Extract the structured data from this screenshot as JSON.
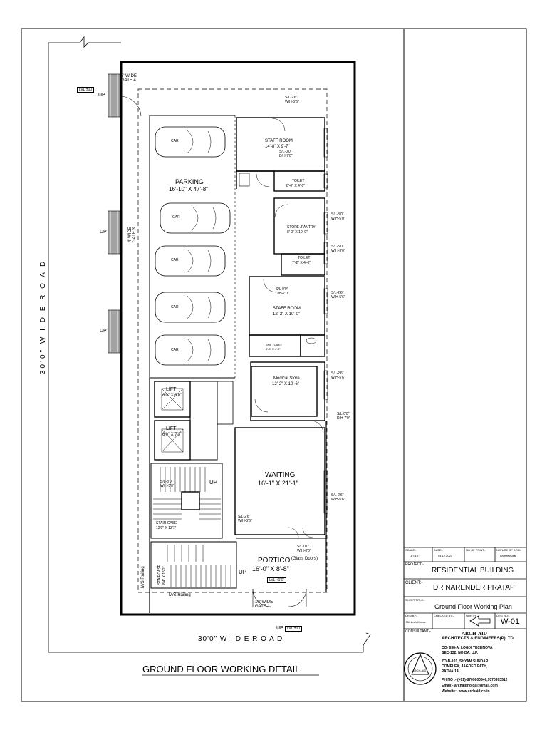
{
  "plan": {
    "title": "GROUND FLOOR WORKING DETAIL",
    "road_left": "30'0\"  W I D E   R O A D",
    "road_bottom": "30'0\"   W   I   D   E       R   O   A   D",
    "gate_top": "8' WIDE\nGATE 4",
    "gate_bottom": "10' WIDE\nGATE 1",
    "gate_mid_label": "4' WIDE\nGATE 3",
    "lvl_top": "LVL ±00",
    "lvl_bottom": "LVL ±00",
    "lvl_portico": "LVL +1'6\"",
    "up": "UP",
    "rooms": {
      "parking": "PARKING",
      "parking_dim": "16'-10\" X 47'-8\"",
      "car": "CAR",
      "staff_room_1": "STAFF ROOM",
      "staff_room_1_dim": "14'-8\" X 9'-7\"",
      "toilet_1": "TOILET",
      "toilet_1_dim": "8'-0\" X 4'-0\"",
      "store": "STORE /PANTRY",
      "store_dim": "8'-0\" X 10'-0\"",
      "toilet_2": "TOILET",
      "toilet_2_dim": "7'-2\" X 4'-0\"",
      "staff_room_2": "STAFF ROOM",
      "staff_room_2_dim": "12'-2\" X 10'-0\"",
      "she_toilet": "SHE TOILET",
      "she_toilet_dim": "8'-0\" X 4'-8\"",
      "medical": "Medical Store",
      "medical_dim": "12'-2\" X 10'-6\"",
      "lift_1": "LIFT",
      "lift_1_dim": "6'0\" X 6'0\"",
      "lift_2": "LIFT",
      "lift_2_dim": "6'0\" X 7'3\"",
      "waiting": "WAITING",
      "waiting_dim": "16'-1\" X 21'-1\"",
      "stair": "STAIR CASE",
      "stair_dim": "12'0\" X 13'1\"",
      "portico": "PORTICO",
      "portico_dim": "16'-0\" X 8'-8\"",
      "stair2": "STAIRCASE",
      "stair2_dim": "8'4\" X 15'2\"",
      "ms_railing": "M/S Railing",
      "ms_railing_2": "M/S Railing",
      "glass_doors": "(Glass Doors)"
    },
    "openings": [
      "S/L-2'6\"\nW/H-5'6\"",
      "S/L-0'0\"\nD/H-7'0\"",
      "S/L-3'0\"\nW/H-5'0\"",
      "S/L-5'0\"\nW/H-3'0\"",
      "S/L-2'6\"\nW/H-5'6\"",
      "S/L-0'0\"\nD/H-7'0\"",
      "S/L-2'6\"\nW/H-5'6\"",
      "S/L-0'0\"\nD/H-7'0\"",
      "S/L-2'6\"\nW/H-5'6\"",
      "S/L-3'0\"\nW/H-5'0\"",
      "S/L-2'6\"\nW/H-5'6\"",
      "S/L-0'0\"\nW/H-8'0\""
    ]
  },
  "title_block": {
    "scale_label": "SCALE:-",
    "scale_value": "1\"=8'0\"",
    "date_label": "DATE:-",
    "date_value": "04.12.2023",
    "prints_label": "NO OF PRINT:-",
    "nature_label": "NATURE OF DRG:-",
    "nature_value": "Architectural",
    "project_label": "PROJECT:-",
    "project_value": "RESIDENTIAL BUILDING",
    "client_label": "CLIENT:-",
    "client_value": "DR NARENDER  PRATAP",
    "sheet_label": "SHEET TITLE:-",
    "sheet_value": "Ground Floor Working Plan",
    "drn_label": "DRN BY:-",
    "drn_value": "Mithlesh Kumar",
    "checked_label": "CHECKED BY:-",
    "north_label": "NORTH",
    "drg_label": "DRG NO:-",
    "drg_value": "W-01",
    "consultant_label": "CONSULTANT:-",
    "firm_logo": "ARCH-AID",
    "firm_name": "ARCHITECTS & ENGINEERS(P)LTD",
    "addr1": "CO- 638-A, LOGIX TECHNOVA",
    "addr2": "SEC-132, NOIDA, U.P.",
    "addr3": "ZO-B-101, SHYAM SUNDAR",
    "addr4": "COMPLEX, JAGDEO PATH,",
    "addr5": "PATNA-14",
    "phone": "PH NO :- (+91)-8709600546,7070993512",
    "email": "Email:- archaidnoida@gmail.com",
    "website": "Website:- www.archaid.co.in",
    "seal_text": "ARCH-AID"
  }
}
